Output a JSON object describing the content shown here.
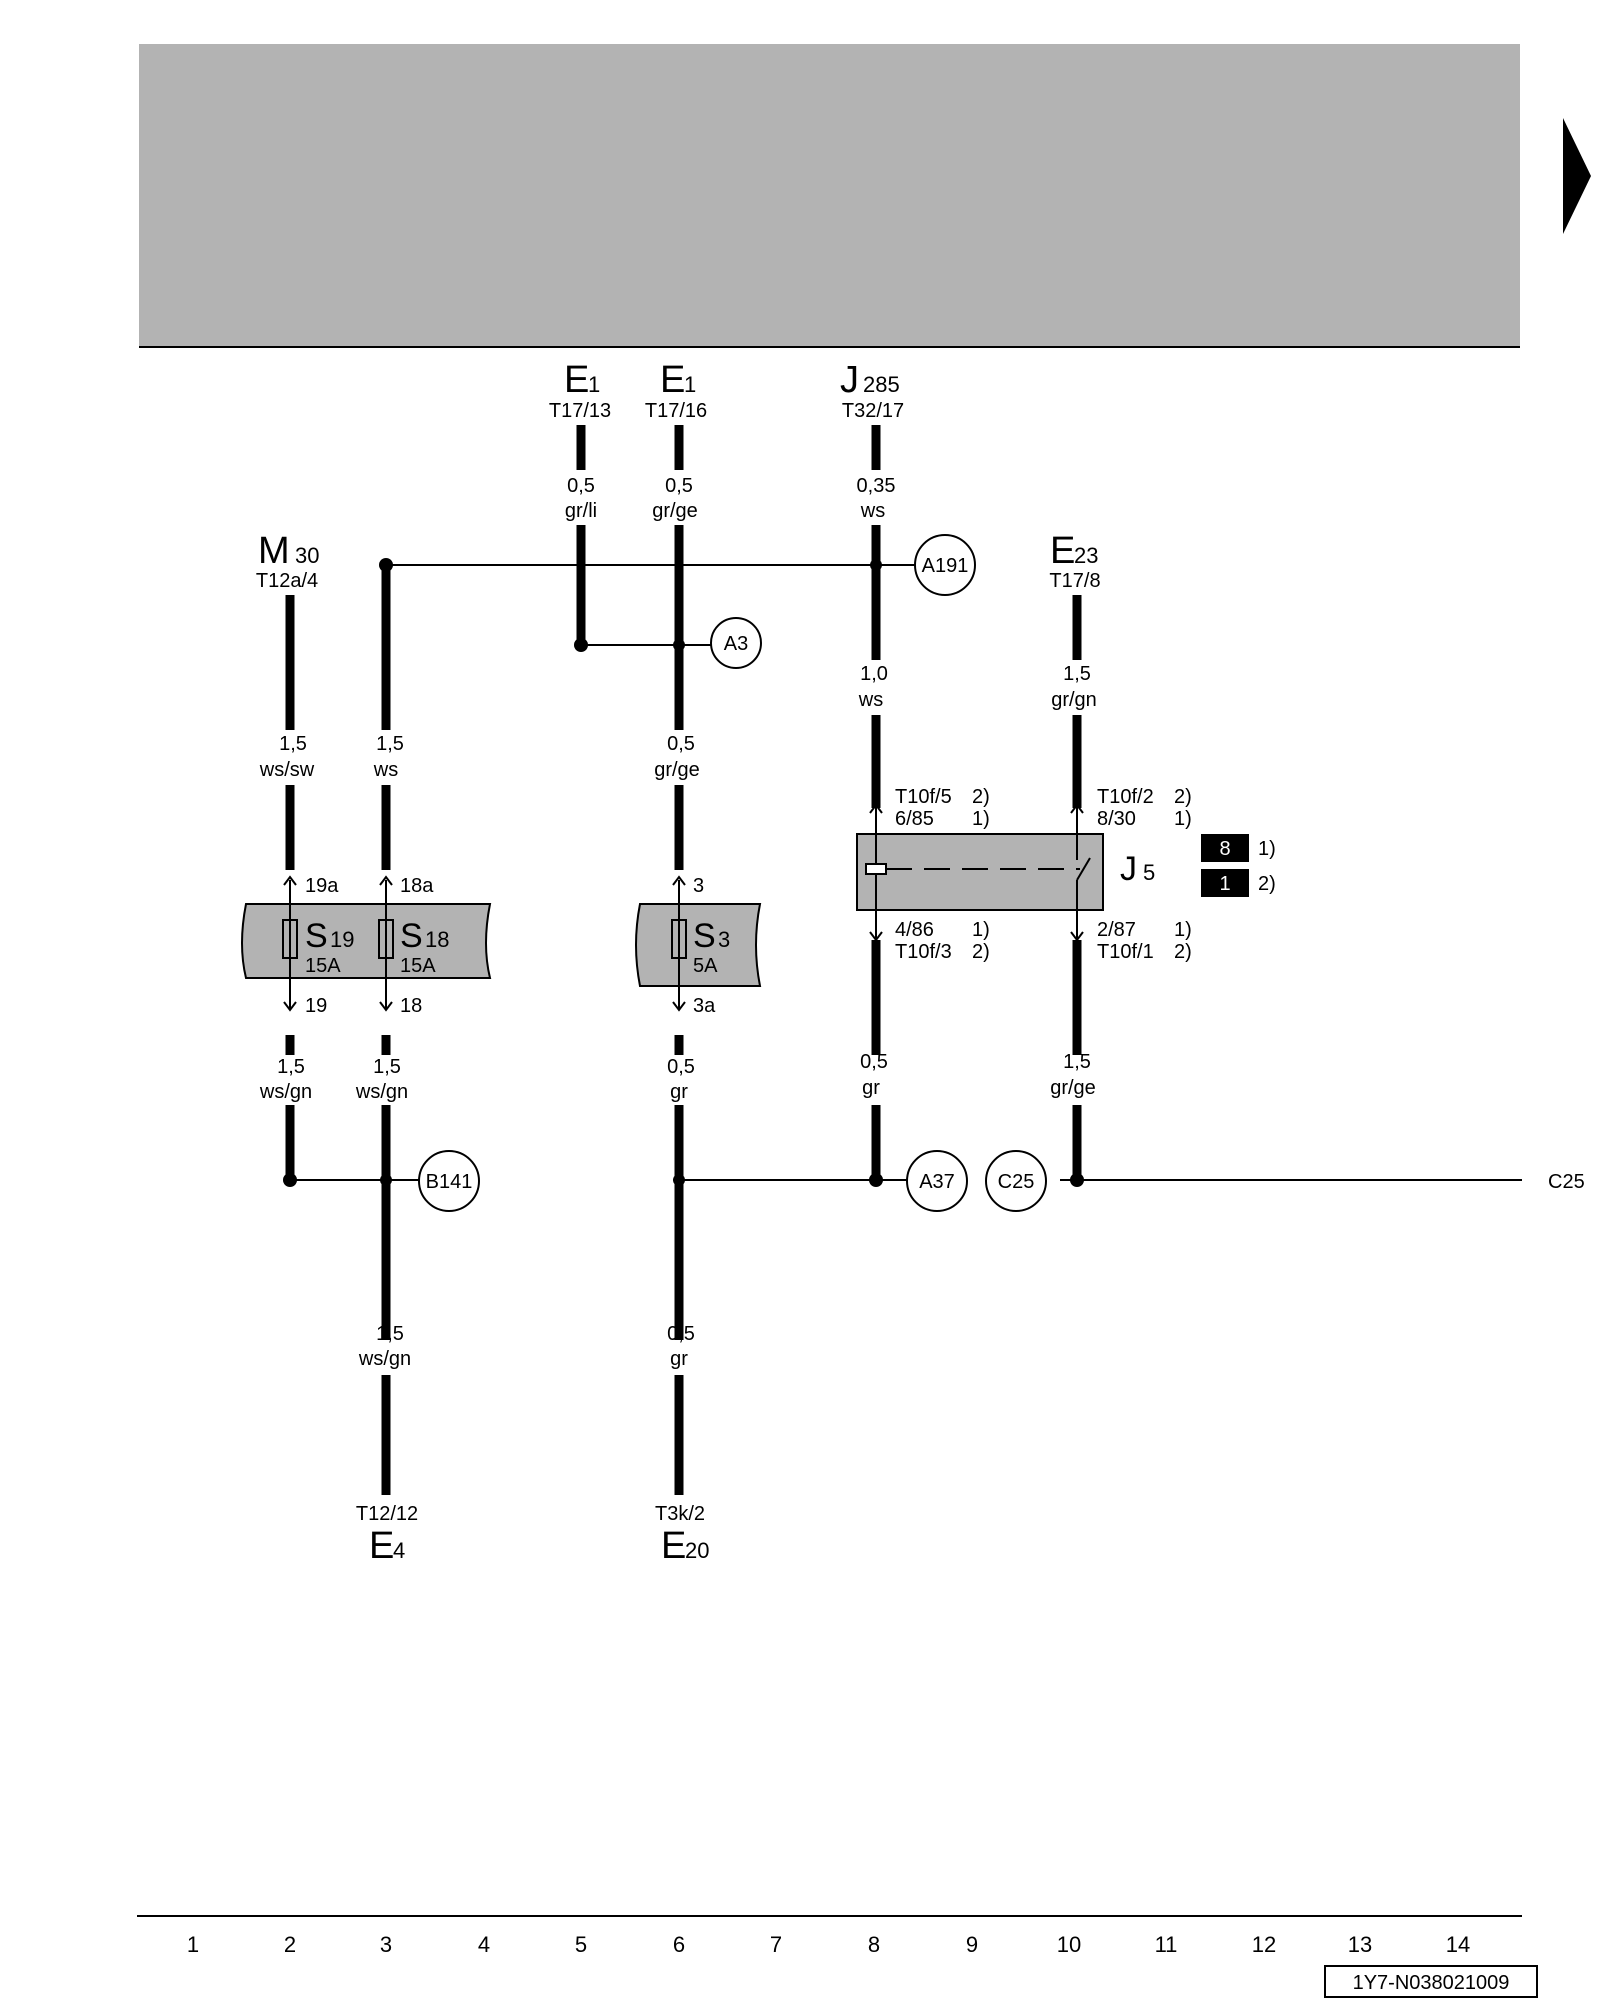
{
  "header": {
    "band_color": "#b3b3b3",
    "continue_arrow_icon": "triangle-right-icon"
  },
  "components": {
    "e1_a": {
      "name": "E",
      "sub": "1",
      "pin": "T17/13"
    },
    "e1_b": {
      "name": "E",
      "sub": "1",
      "pin": "T17/16"
    },
    "j285": {
      "name": "J",
      "sub": "285",
      "pin": "T32/17"
    },
    "m30": {
      "name": "M",
      "sub": "30",
      "pin": "T12a/4"
    },
    "e23": {
      "name": "E",
      "sub": "23",
      "pin": "T17/8"
    },
    "e4": {
      "name": "E",
      "sub": "4",
      "pin": "T12/12"
    },
    "e20": {
      "name": "E",
      "sub": "20",
      "pin": "T3k/2"
    },
    "j5": {
      "name": "J",
      "sub": "5"
    }
  },
  "wires": {
    "w1": {
      "gauge": "0,5",
      "color": "gr/li"
    },
    "w2": {
      "gauge": "0,5",
      "color": "gr/ge"
    },
    "w3": {
      "gauge": "0,35",
      "color": "ws"
    },
    "w4": {
      "gauge": "1,0",
      "color": "ws"
    },
    "w5": {
      "gauge": "1,5",
      "color": "gr/gn"
    },
    "w6": {
      "gauge": "1,5",
      "color": "ws/sw"
    },
    "w7": {
      "gauge": "1,5",
      "color": "ws"
    },
    "w8": {
      "gauge": "0,5",
      "color": "gr/ge"
    },
    "w9": {
      "gauge": "1,5",
      "color": "ws/gn"
    },
    "w10": {
      "gauge": "1,5",
      "color": "ws/gn"
    },
    "w11": {
      "gauge": "0,5",
      "color": "gr"
    },
    "w12": {
      "gauge": "0,5",
      "color": "gr"
    },
    "w13": {
      "gauge": "1,5",
      "color": "gr/ge"
    },
    "w14": {
      "gauge": "1,5",
      "color": "ws/gn"
    },
    "w15": {
      "gauge": "0,5",
      "color": "gr"
    }
  },
  "fuses": {
    "s19": {
      "name": "S",
      "sub": "19",
      "rating": "15A",
      "pin_in": "19a",
      "pin_out": "19"
    },
    "s18": {
      "name": "S",
      "sub": "18",
      "rating": "15A",
      "pin_in": "18a",
      "pin_out": "18"
    },
    "s3": {
      "name": "S",
      "sub": "3",
      "rating": "5A",
      "pin_in": "3",
      "pin_out": "3a"
    }
  },
  "relay": {
    "pin_tl_1": "T10f/5",
    "pin_tl_1_ref": "2)",
    "pin_tl_2": "6/85",
    "pin_tl_2_ref": "1)",
    "pin_tr_1": "T10f/2",
    "pin_tr_1_ref": "2)",
    "pin_tr_2": "8/30",
    "pin_tr_2_ref": "1)",
    "pin_bl_1": "4/86",
    "pin_bl_1_ref": "1)",
    "pin_bl_2": "T10f/3",
    "pin_bl_2_ref": "2)",
    "pin_br_1": "2/87",
    "pin_br_1_ref": "1)",
    "pin_br_2": "T10f/1",
    "pin_br_2_ref": "2)",
    "badge1": "8",
    "badge1_ref": "1)",
    "badge2": "1",
    "badge2_ref": "2)"
  },
  "connections": {
    "a191": "A191",
    "a3": "A3",
    "b141": "B141",
    "a37": "A37",
    "c25": "C25",
    "c25_out": "C25"
  },
  "footer": {
    "tracks": [
      "1",
      "2",
      "3",
      "4",
      "5",
      "6",
      "7",
      "8",
      "9",
      "10",
      "11",
      "12",
      "13",
      "14"
    ],
    "doc_id": "1Y7-N038021009"
  }
}
